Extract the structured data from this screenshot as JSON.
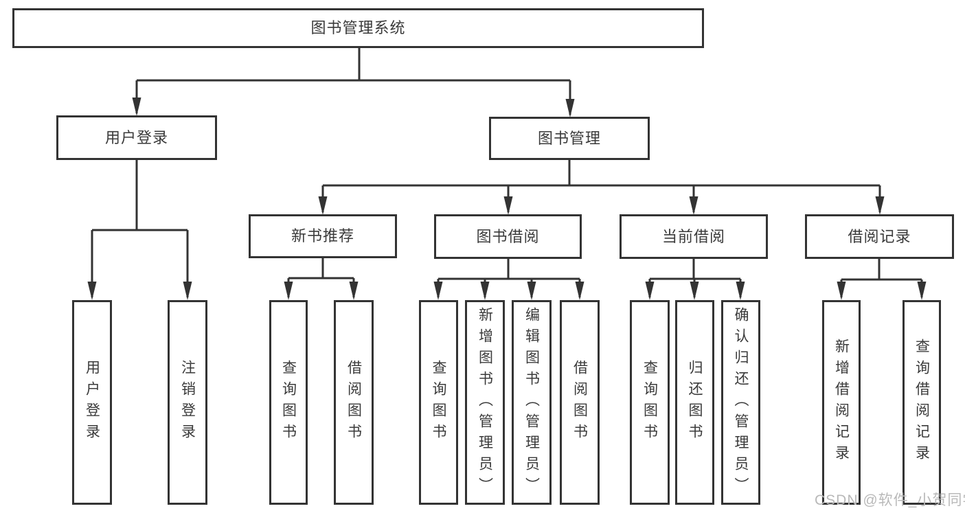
{
  "diagram": {
    "title": "图书管理系统",
    "type": "function-structure-tree",
    "colors": {
      "line": "#333333",
      "box_border": "#333333",
      "text": "#3a3a3a",
      "background": "#ffffff",
      "watermark": "#b9b9b9"
    },
    "nodes": {
      "root": {
        "label": "图书管理系统"
      },
      "user_login": {
        "label": "用户登录"
      },
      "book_mgmt": {
        "label": "图书管理"
      },
      "new_book_rec": {
        "label": "新书推荐"
      },
      "book_borrow": {
        "label": "图书借阅"
      },
      "current_borrow": {
        "label": "当前借阅"
      },
      "borrow_records": {
        "label": "借阅记录"
      },
      "leaf_user_login": {
        "label": "用户登录"
      },
      "leaf_logout": {
        "label": "注销登录"
      },
      "leaf_rec_query": {
        "label": "查询图书"
      },
      "leaf_rec_borrow": {
        "label": "借阅图书"
      },
      "leaf_bb_query": {
        "label": "查询图书"
      },
      "leaf_bb_add": {
        "label": "新增图书（管理员）"
      },
      "leaf_bb_edit": {
        "label": "编辑图书（管理员）"
      },
      "leaf_bb_borrow": {
        "label": "借阅图书"
      },
      "leaf_cb_query": {
        "label": "查询图书"
      },
      "leaf_cb_return": {
        "label": "归还图书"
      },
      "leaf_cb_confirm": {
        "label": "确认归还（管理员）"
      },
      "leaf_br_add": {
        "label": "新增借阅记录"
      },
      "leaf_br_query": {
        "label": "查询借阅记录"
      }
    },
    "tree": {
      "图书管理系统": {
        "用户登录": [
          "用户登录",
          "注销登录"
        ],
        "图书管理": {
          "新书推荐": [
            "查询图书",
            "借阅图书"
          ],
          "图书借阅": [
            "查询图书",
            "新增图书（管理员）",
            "编辑图书（管理员）",
            "借阅图书"
          ],
          "当前借阅": [
            "查询图书",
            "归还图书",
            "确认归还（管理员）"
          ],
          "借阅记录": [
            "新增借阅记录",
            "查询借阅记录"
          ]
        }
      }
    },
    "watermark": "CSDN @软件_小贺同学"
  }
}
